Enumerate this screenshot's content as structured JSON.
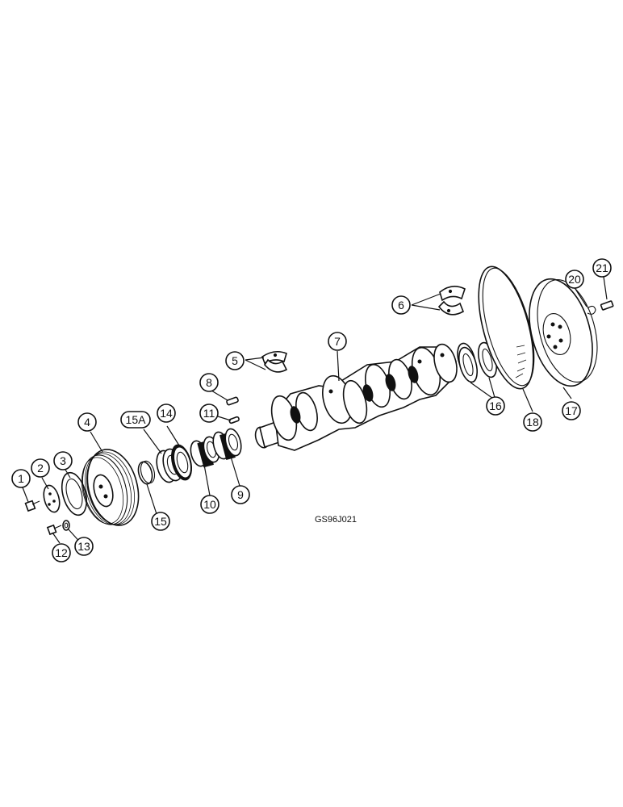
{
  "figure_code": "GS96J021",
  "callouts": [
    "1",
    "2",
    "3",
    "4",
    "5",
    "6",
    "7",
    "8",
    "9",
    "10",
    "11",
    "12",
    "13",
    "14",
    "15",
    "15A",
    "16",
    "17",
    "18",
    "20",
    "21"
  ]
}
